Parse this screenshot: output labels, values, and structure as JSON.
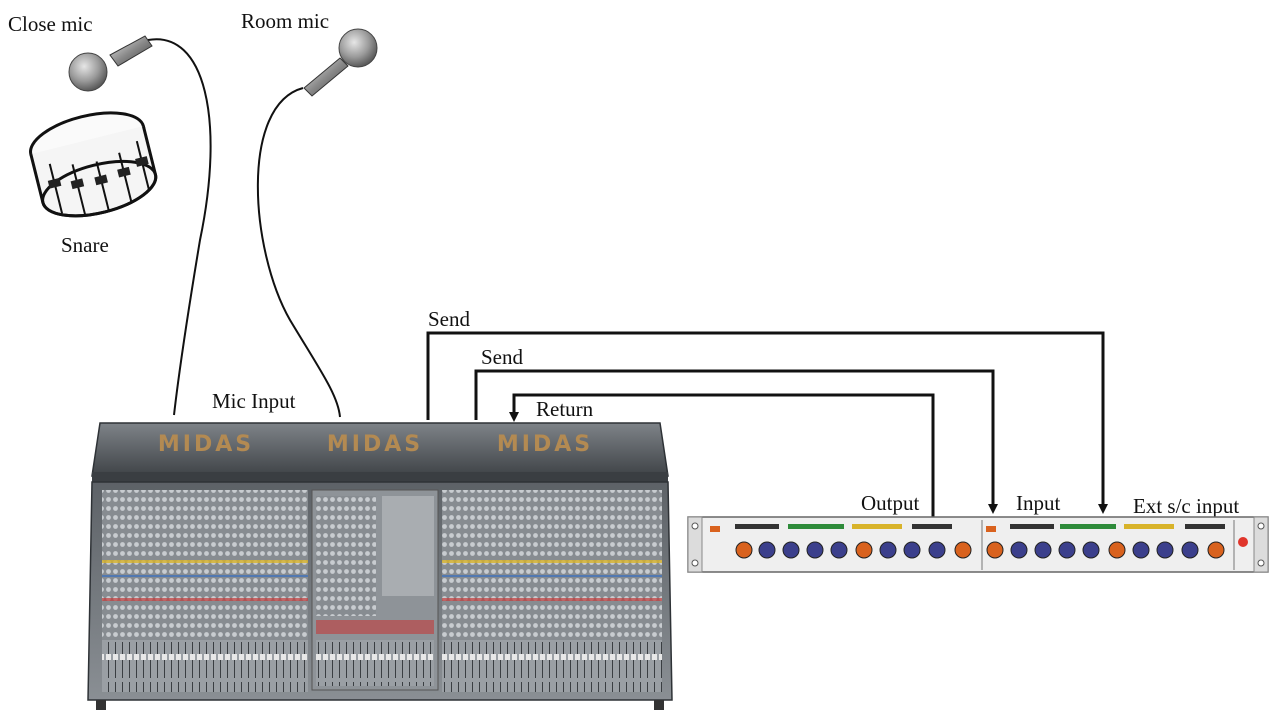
{
  "labels": {
    "close_mic": "Close mic",
    "room_mic": "Room mic",
    "snare": "Snare",
    "mic_input": "Mic Input",
    "send_1": "Send",
    "send_2": "Send",
    "return": "Return",
    "output": "Output",
    "input": "Input",
    "ext_sc_input": "Ext s/c input"
  },
  "console": {
    "brand_logo_text": "MIDAS"
  },
  "colors": {
    "line": "#111111",
    "console_body": "#6e7378",
    "console_hood": "#4a4e52",
    "logo": "#b38a52",
    "rack_panel": "#eeeeee",
    "knob_orange": "#d9621e",
    "knob_blue": "#3b3f8c"
  }
}
